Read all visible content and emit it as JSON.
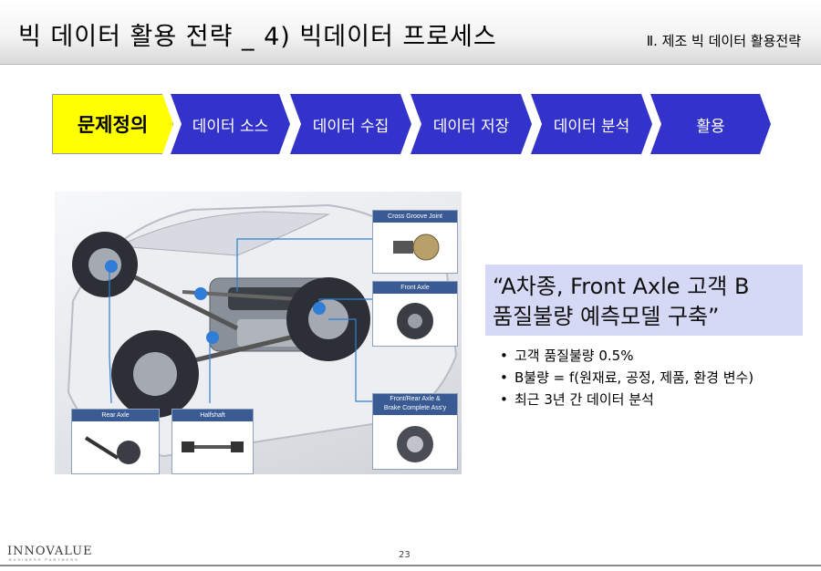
{
  "header": {
    "title": "빅 데이터 활용 전략 _ 4) 빅데이터 프로세스",
    "section": "Ⅱ. 제조 빅 데이터 활용전략"
  },
  "process": {
    "steps": [
      {
        "label": "문제정의",
        "color": "#ffff00",
        "active": true
      },
      {
        "label": "데이터 소스",
        "color": "#3333cc"
      },
      {
        "label": "데이터 수집",
        "color": "#3333cc"
      },
      {
        "label": "데이터 저장",
        "color": "#3333cc"
      },
      {
        "label": "데이터 분석",
        "color": "#3333cc"
      },
      {
        "label": "활용",
        "color": "#3333cc"
      }
    ]
  },
  "figure": {
    "insets": {
      "cross_groove": "Cross Groove Joint",
      "front_axle": "Front Axle",
      "front_rear_line1": "Front/Rear Axle &",
      "front_rear_line2": "Brake Complete Ass'y",
      "rear_axle": "Rear Axle",
      "halfshaft": "Halfshaft"
    }
  },
  "quote": {
    "line1": "“A차종, Front Axle 고객 B",
    "line2": "품질불량 예측모델 구축”"
  },
  "bullets": [
    "고객 품질불량 0.5%",
    "B불량 = f(원재료, 공정, 제품, 환경 변수)",
    "최근 3년 간 데이터 분석"
  ],
  "footer": {
    "logo": "INNOVALUE",
    "logo_sub": "BUSINESS PARTNERS",
    "page": "23"
  },
  "colors": {
    "active_step": "#ffff00",
    "step": "#3333cc",
    "quote_bg": "#d6d9f5",
    "callout_dot": "#2f7dd6"
  }
}
